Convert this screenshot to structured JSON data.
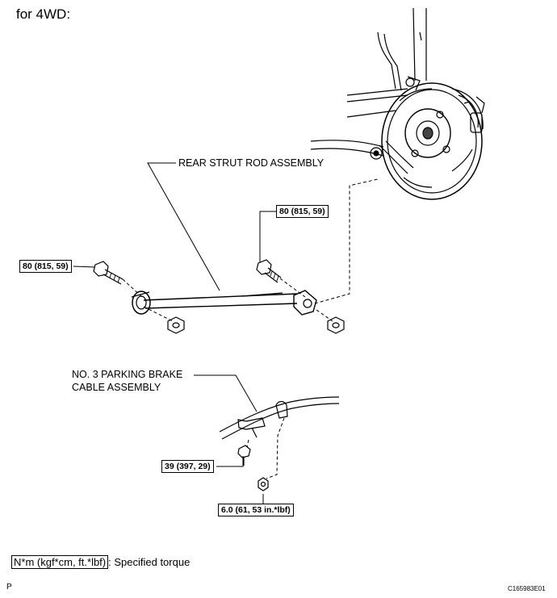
{
  "heading": "for 4WD:",
  "parts": {
    "strut_rod": "REAR STRUT ROD ASSEMBLY",
    "cable_line1": "NO. 3 PARKING BRAKE",
    "cable_line2": "CABLE ASSEMBLY"
  },
  "torques": {
    "left_bolt": "80 (815, 59)",
    "right_bolt": "80 (815, 59)",
    "clamp_bolt": "39 (397, 29)",
    "clamp_nut": "6.0 (61, 53 in.*lbf)"
  },
  "legend": {
    "box_text": "N*m (kgf*cm, ft.*lbf)",
    "suffix": ": Specified torque"
  },
  "footer": {
    "left_mark": "P",
    "code": "C165983E01"
  }
}
